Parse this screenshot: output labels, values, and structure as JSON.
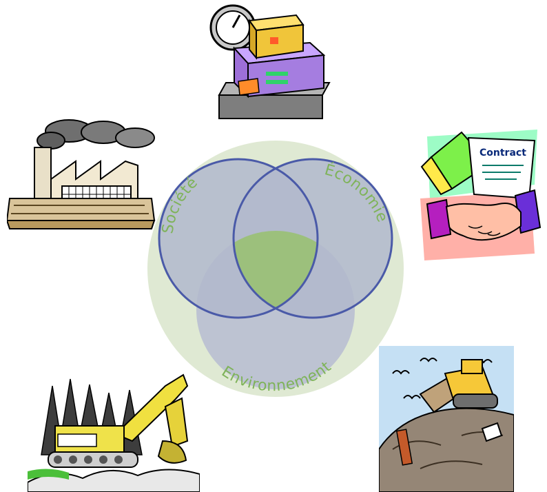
{
  "diagram": {
    "labels": {
      "societe": "Société",
      "economie": "Économie",
      "environnement": "Environnement"
    },
    "colors": {
      "background_disc": "#dfe9d3",
      "circle_fill": "#b7bdd3",
      "circle_stroke": "#4a5aa8",
      "overlap_green": "#a8c98a",
      "label_green": "#7fb35a"
    }
  },
  "clipart": {
    "scale_package": "scale-with-package-icon",
    "factory": "factory-icon",
    "contract_handshake": "contract-handshake-icon",
    "excavator_forest": "excavator-forest-icon",
    "bulldozer_landfill": "bulldozer-landfill-icon"
  },
  "contract_text": "Contract"
}
